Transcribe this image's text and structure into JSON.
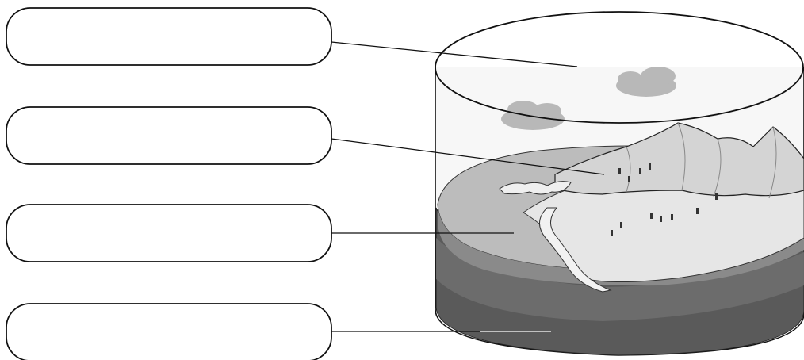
{
  "diagram": {
    "label_boxes": [
      {
        "id": "box-1",
        "text": ""
      },
      {
        "id": "box-2",
        "text": ""
      },
      {
        "id": "box-3",
        "text": ""
      },
      {
        "id": "box-4",
        "text": ""
      }
    ]
  },
  "colors": {
    "outline": "#111111",
    "sky": "#f7f7f7",
    "cloud": "#b8b8b8",
    "land": "#e6e6e6",
    "mountain": "#d4d4d4",
    "ocean_surface": "#bcbcbc",
    "river": "#f2f2f2",
    "ocean_deep": "#5a5a5a",
    "ocean_side": "#8a8a8a"
  }
}
